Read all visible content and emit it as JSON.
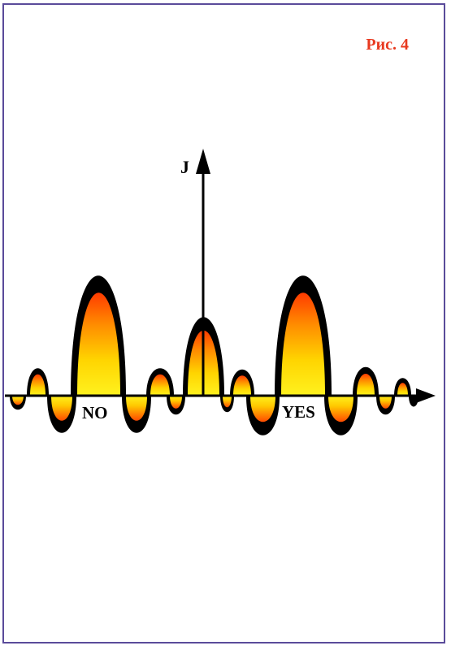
{
  "figure_label": "Рис. 4",
  "axis_label": "J",
  "left_label": "NO",
  "right_label": "YES",
  "colors": {
    "frame": "#5a4b9a",
    "label": "#e8391f",
    "outline": "#000000",
    "fill_outer": "#ff4a00",
    "fill_inner": "#ffe81a"
  }
}
